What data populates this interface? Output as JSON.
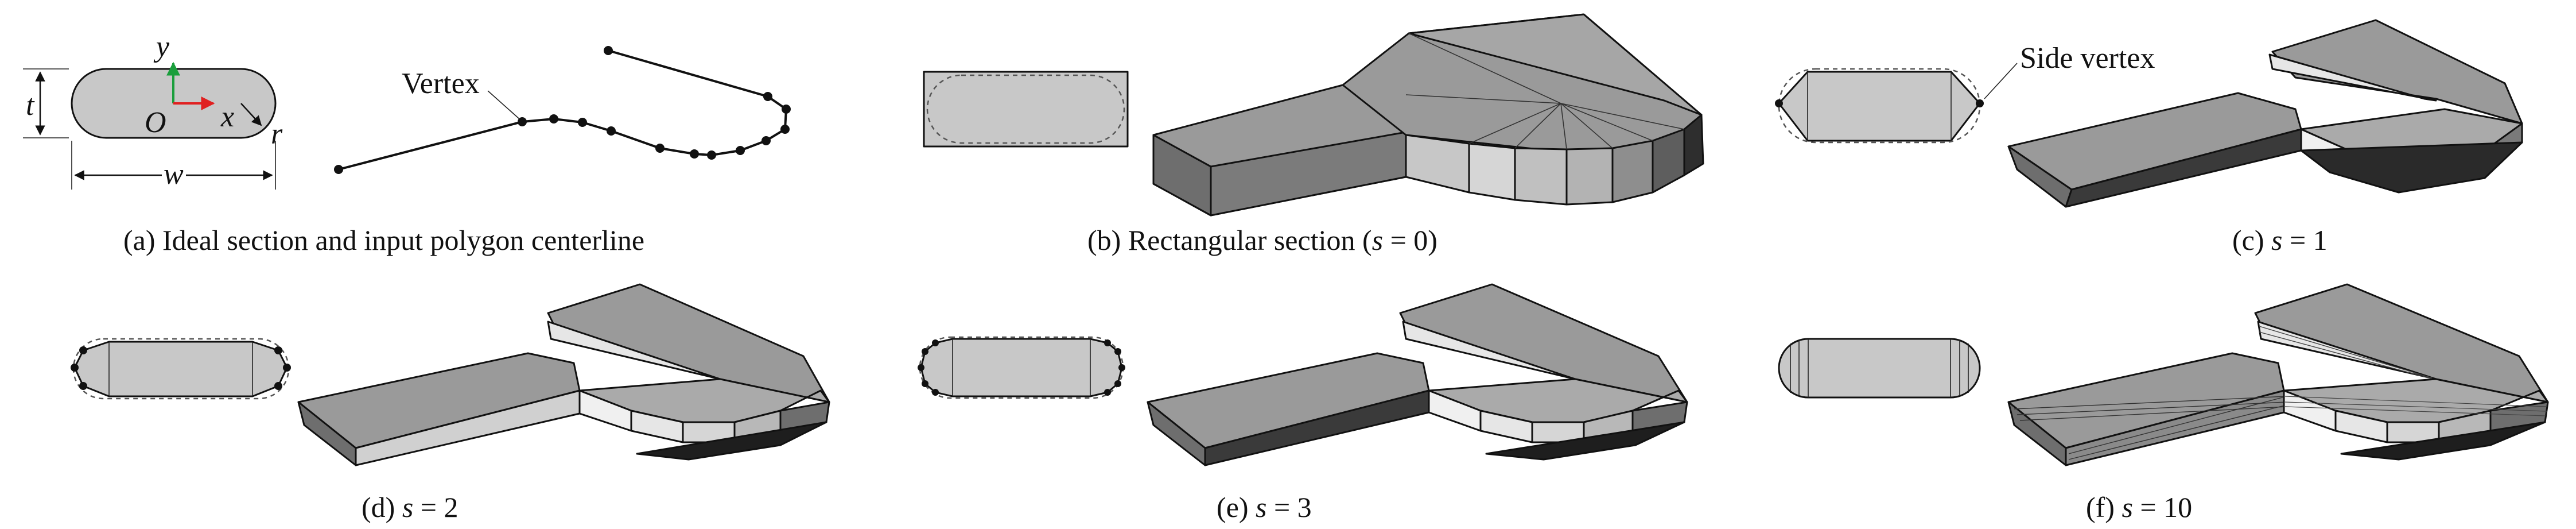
{
  "panel_a": {
    "caption": "(a) Ideal section and input polygon centerline",
    "axis_y": "y",
    "axis_x": "x",
    "origin": "O",
    "dim_t": "t",
    "dim_w": "w",
    "dim_r": "r",
    "vertex_label": "Vertex"
  },
  "panel_b": {
    "caption_prefix": "(b) Rectangular section (",
    "caption_var": "s",
    "caption_value": " = 0)"
  },
  "panel_c": {
    "caption_prefix": "(c) ",
    "caption_var": "s",
    "caption_value": " = 1",
    "side_vertex_label": "Side vertex"
  },
  "panel_d": {
    "caption_prefix": "(d) ",
    "caption_var": "s",
    "caption_value": " = 2"
  },
  "panel_e": {
    "caption_prefix": "(e) ",
    "caption_var": "s",
    "caption_value": " = 3"
  },
  "panel_f": {
    "caption_prefix": "(f) ",
    "caption_var": "s",
    "caption_value": " = 10"
  },
  "colors": {
    "face_top": "#9a9a9a",
    "face_side": "#6e6e6e",
    "face_light": "#d8d8d8",
    "face_dark": "#3a3a3a",
    "section_fill": "#c8c8c8",
    "axis_y": "#1a9e3c",
    "axis_x": "#e02020"
  }
}
